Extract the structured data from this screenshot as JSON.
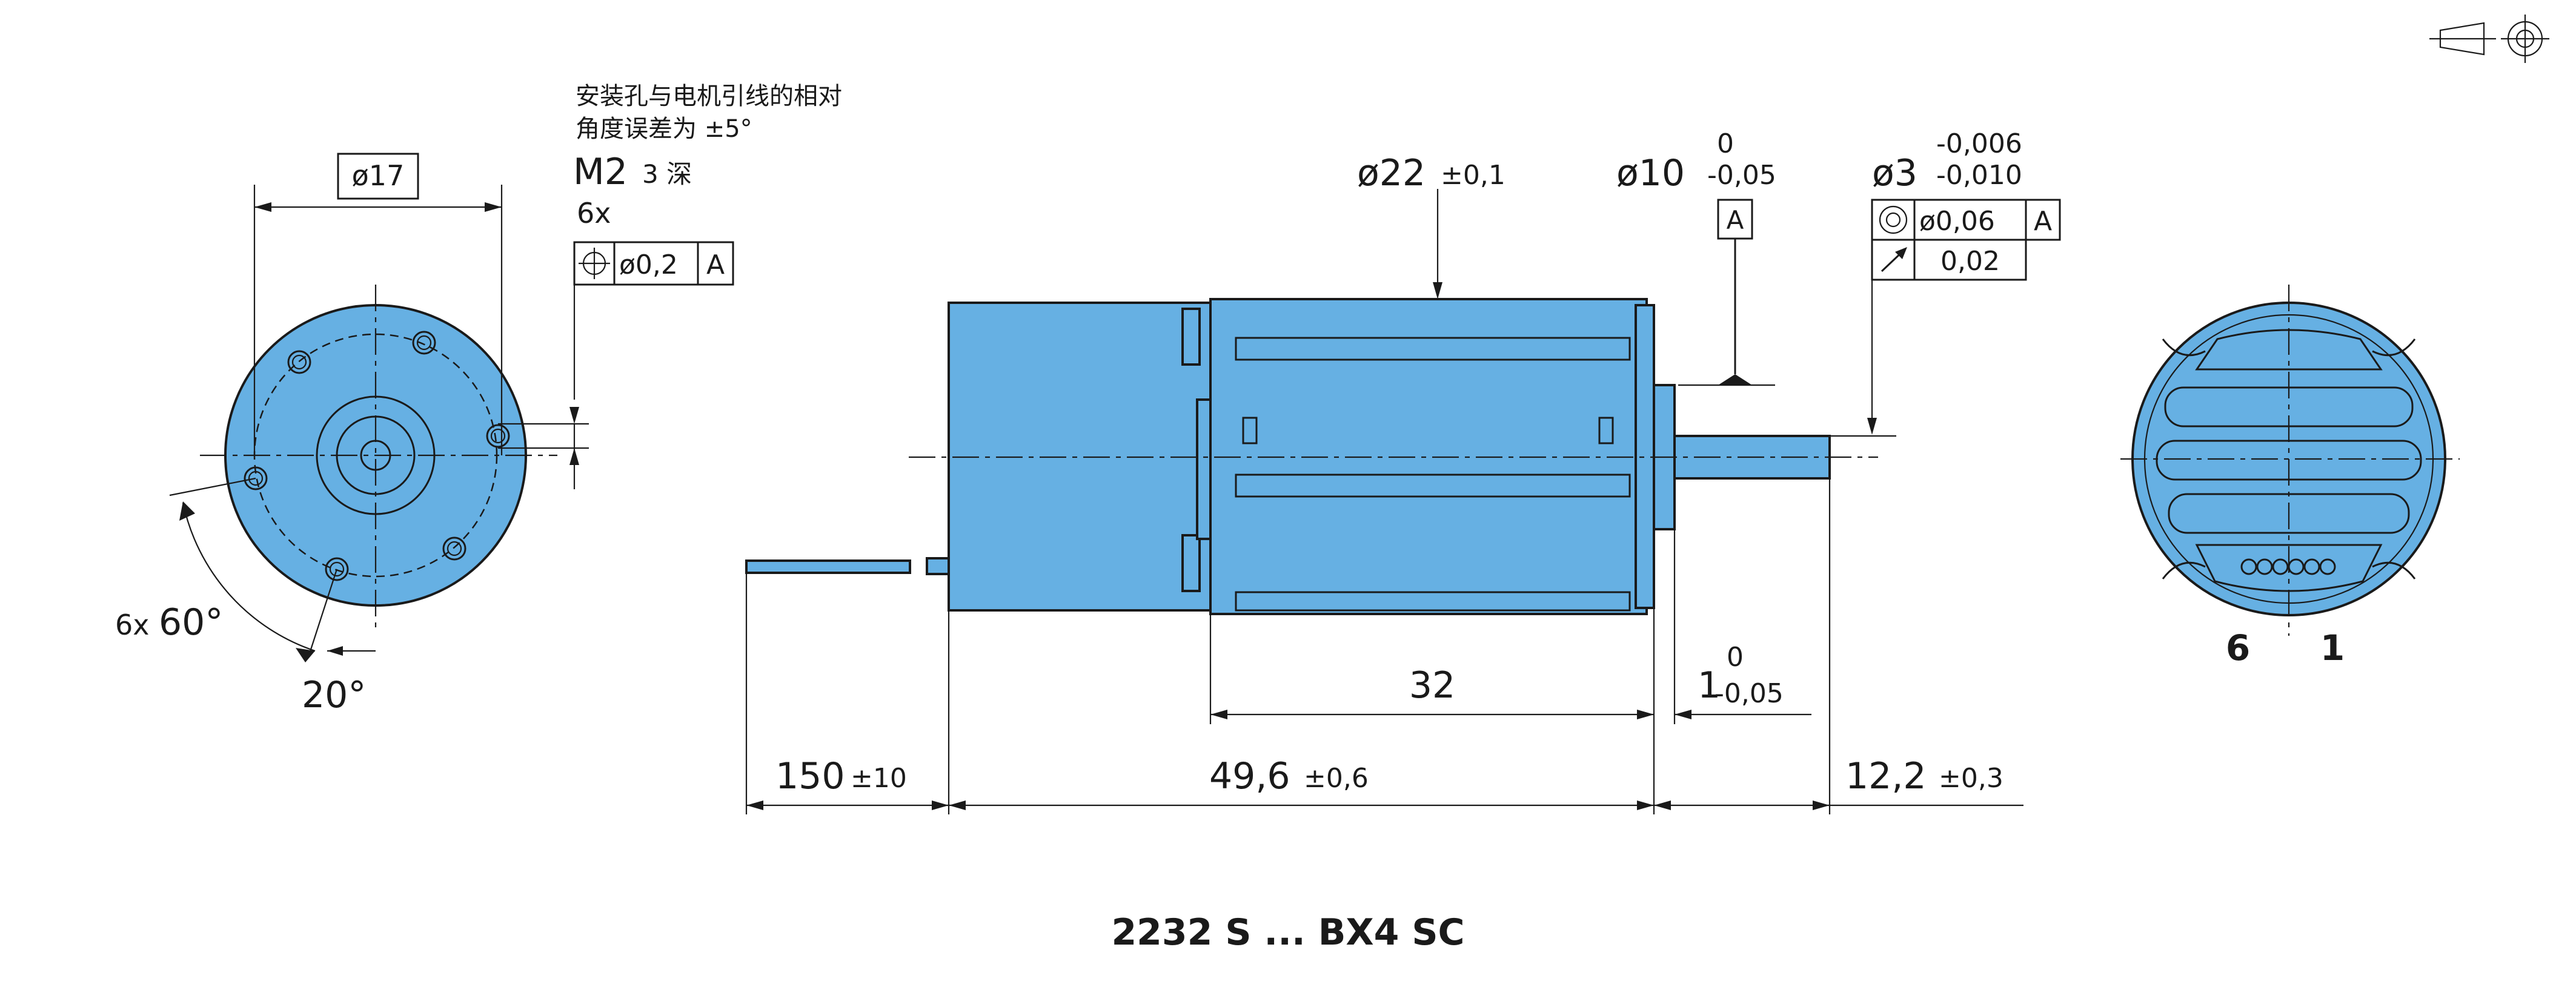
{
  "front_view": {
    "note_line1": "安装孔与电机引线的相对",
    "note_line2": "角度误差为 ±5°",
    "thread": "M2",
    "thread_depth": "3 深",
    "hole_count": "6x",
    "bolt_circle": "ø17",
    "position_tol": "ø0,2",
    "position_datum": "A",
    "angle_count": "6x",
    "angle_spacing": "60°",
    "angle_offset": "20°"
  },
  "side_view": {
    "body_diameter": "ø22",
    "body_diameter_tol": "±0,1",
    "pilot_diameter": "ø10",
    "pilot_tol_upper": "0",
    "pilot_tol_lower": "-0,05",
    "pilot_datum": "A",
    "shaft_diameter": "ø3",
    "shaft_tol_upper": "-0,006",
    "shaft_tol_lower": "-0,010",
    "concentricity_tol": "ø0,06",
    "concentricity_datum": "A",
    "runout_tol": "0,02",
    "length_32": "32",
    "pilot_length": "1",
    "pilot_length_tol_upper": "0",
    "pilot_length_tol_lower": "-0,05",
    "lead_length": "150",
    "lead_length_tol": "±10",
    "motor_length": "49,6",
    "motor_length_tol": "±0,6",
    "shaft_length": "12,2",
    "shaft_length_tol": "±0,3"
  },
  "rear_view": {
    "pin_left": "6",
    "pin_right": "1"
  },
  "model_label": "2232 S ... BX4 SC",
  "colors": {
    "motor_fill": "#66b0e3",
    "line": "#1a1a1a"
  },
  "icons": {
    "projection_symbol": "first-angle-projection-icon",
    "position_symbol": "position-tolerance-icon",
    "concentricity_symbol": "concentricity-icon",
    "runout_symbol": "runout-icon"
  }
}
